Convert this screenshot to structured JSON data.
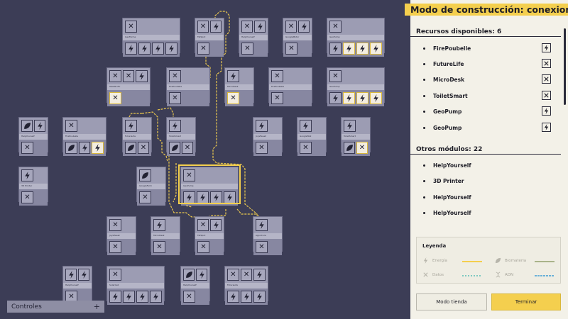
{
  "panel": {
    "title": "Modo de construcción: conexiones",
    "resources_title": "Recursos disponibles: 6",
    "resources": [
      {
        "name": "FirePoubelle",
        "icon": "energy-icon"
      },
      {
        "name": "FutureLife",
        "icon": "data-icon"
      },
      {
        "name": "MicroDesk",
        "icon": "data-icon"
      },
      {
        "name": "ToiletSmart",
        "icon": "data-icon"
      },
      {
        "name": "GeoPump",
        "icon": "energy-icon"
      },
      {
        "name": "GeoPump",
        "icon": "energy-icon"
      }
    ],
    "others_title": "Otros módulos: 22",
    "others": [
      "HelpYourself",
      "3D Printer",
      "HelpYourself",
      "HelpYourself"
    ],
    "legend": {
      "title": "Leyenda",
      "items": [
        {
          "label": "Energía",
          "icon": "energy-icon",
          "color": "#f4cf4e"
        },
        {
          "label": "Biomateria",
          "icon": "leaf-icon",
          "color": "#a9b38a"
        },
        {
          "label": "Datos",
          "icon": "data-icon",
          "color": "#7dc9c0"
        },
        {
          "label": "ADN",
          "icon": "dna-icon",
          "color": "#6ab1d8"
        }
      ]
    },
    "buttons": {
      "shop": "Modo tienda",
      "finish": "Terminar"
    }
  },
  "controls": {
    "label": "Controles",
    "plus": "+"
  },
  "colors": {
    "accent": "#f4cf4e",
    "board": "#3c3d56",
    "module": "#9c9cb3",
    "panel": "#f3f1e8"
  }
}
